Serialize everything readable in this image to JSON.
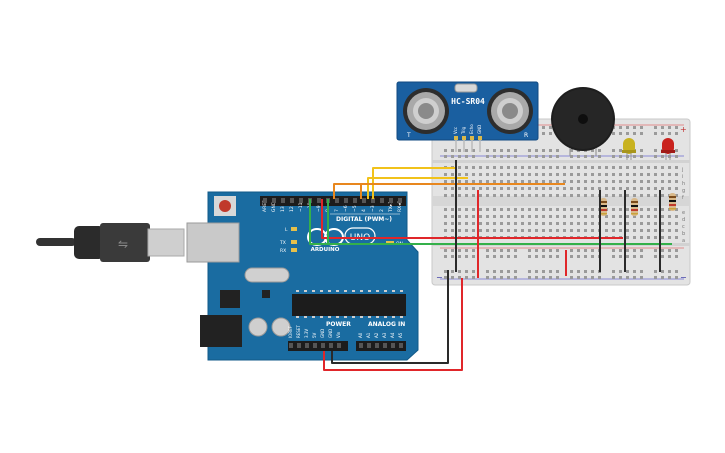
{
  "sensor": {
    "model": "HC-SR04",
    "pins": [
      "Vcc",
      "Trig",
      "Echo",
      "GND"
    ],
    "left_mark": "T",
    "right_mark": "R"
  },
  "arduino": {
    "digital_label": "DIGITAL (PWM~)",
    "digital_pins": [
      "AREF",
      "GND",
      "13",
      "12",
      "~11",
      "~10",
      "~9",
      "8",
      "7",
      "~6",
      "~5",
      "4",
      "~3",
      "2",
      "TX▸1",
      "RX◂0"
    ],
    "power_label": "POWER",
    "analog_label": "ANALOG IN",
    "power_pins": [
      "IOREF",
      "RESET",
      "3.3V",
      "5V",
      "GND",
      "GND",
      "Vin"
    ],
    "analog_pins": [
      "A0",
      "A1",
      "A2",
      "A3",
      "A4",
      "A5"
    ],
    "brand": "ARDUINO",
    "model": "UNO",
    "led_l": "L",
    "led_tx": "TX",
    "led_rx": "RX",
    "on_label": "ON"
  },
  "breadboard": {
    "rail_plus": "+",
    "rail_minus": "−",
    "rows_top": [
      "j",
      "i",
      "h",
      "g",
      "f"
    ],
    "rows_bottom": [
      "e",
      "d",
      "c",
      "b",
      "a"
    ]
  },
  "colors": {
    "board": "#1a6ca1",
    "wire_red": "#e0262a",
    "wire_black": "#2a2a2a",
    "wire_green": "#34b04a",
    "wire_orange": "#e8871e",
    "wire_yellow": "#f1c21b",
    "led_red": "#c9231e",
    "led_yellow": "#c8b220"
  }
}
